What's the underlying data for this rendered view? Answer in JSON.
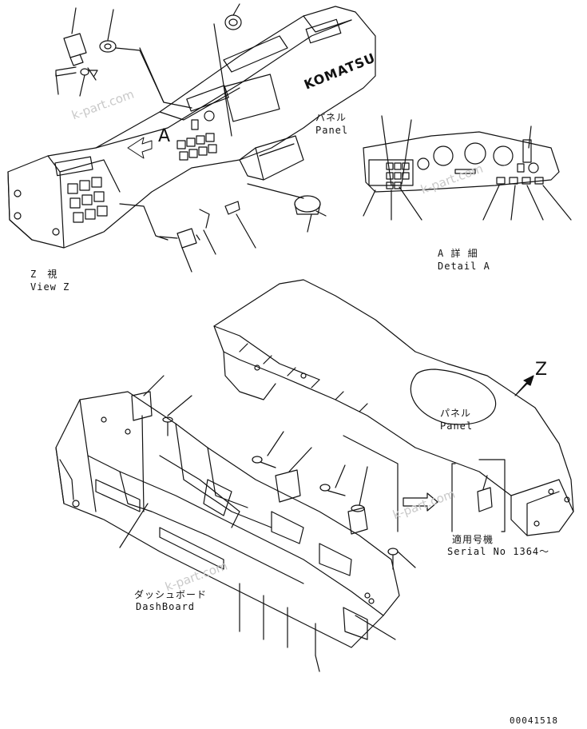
{
  "labels": {
    "panel_ja_top": "パネル",
    "panel_en_top": "Panel",
    "view_z_ja": "Z　視",
    "view_z_en": "View Z",
    "detail_a_ja": "A 詳 細",
    "detail_a_en": "Detail A",
    "letter_a": "A",
    "letter_z": "Z",
    "panel_ja_bottom": "パネル",
    "panel_en_bottom": "Panel",
    "serial_ja": "適用号機",
    "serial_en": "Serial No 1364～",
    "dashboard_ja": "ダッシュボード",
    "dashboard_en": "DashBoard",
    "drawing_number": "00041518"
  },
  "brand": "KOMATSU",
  "watermarks": [
    "k-part.com",
    "k-part.com",
    "k-part.com",
    "k-part.com"
  ]
}
